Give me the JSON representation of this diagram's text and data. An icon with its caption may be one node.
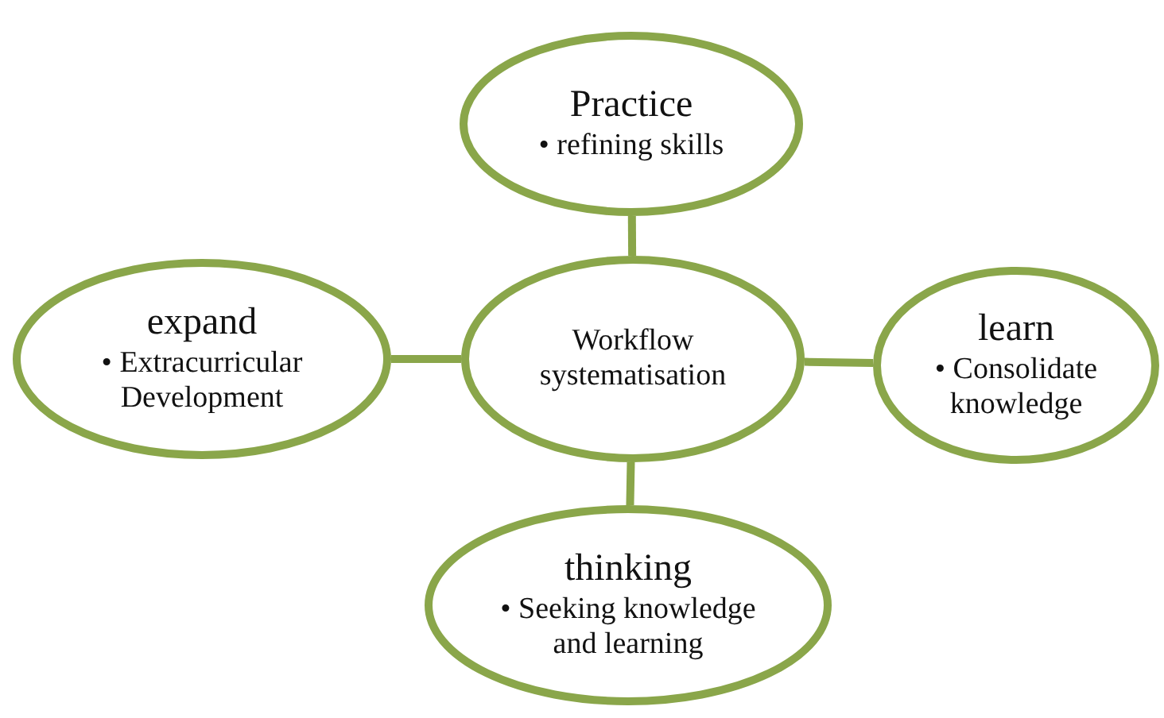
{
  "diagram": {
    "nodes": [
      {
        "text": [
          "Practice",
          "• refining skills"
        ]
      },
      {
        "text": [
          "expand",
          "• Extracurricular Development"
        ]
      },
      {
        "text": [
          "Workflow systematisation"
        ]
      },
      {
        "text": [
          "learn",
          "• Consolidate knowledge"
        ]
      },
      {
        "text": [
          "thinking",
          "• Seeking knowledge and learning"
        ]
      }
    ],
    "edges": [
      {
        "from": 2,
        "to": 0,
        "arrow": "none"
      },
      {
        "from": 2,
        "to": 1,
        "arrow": "none"
      },
      {
        "from": 2,
        "to": 3,
        "arrow": "none"
      },
      {
        "from": 2,
        "to": 4,
        "arrow": "none"
      }
    ]
  }
}
